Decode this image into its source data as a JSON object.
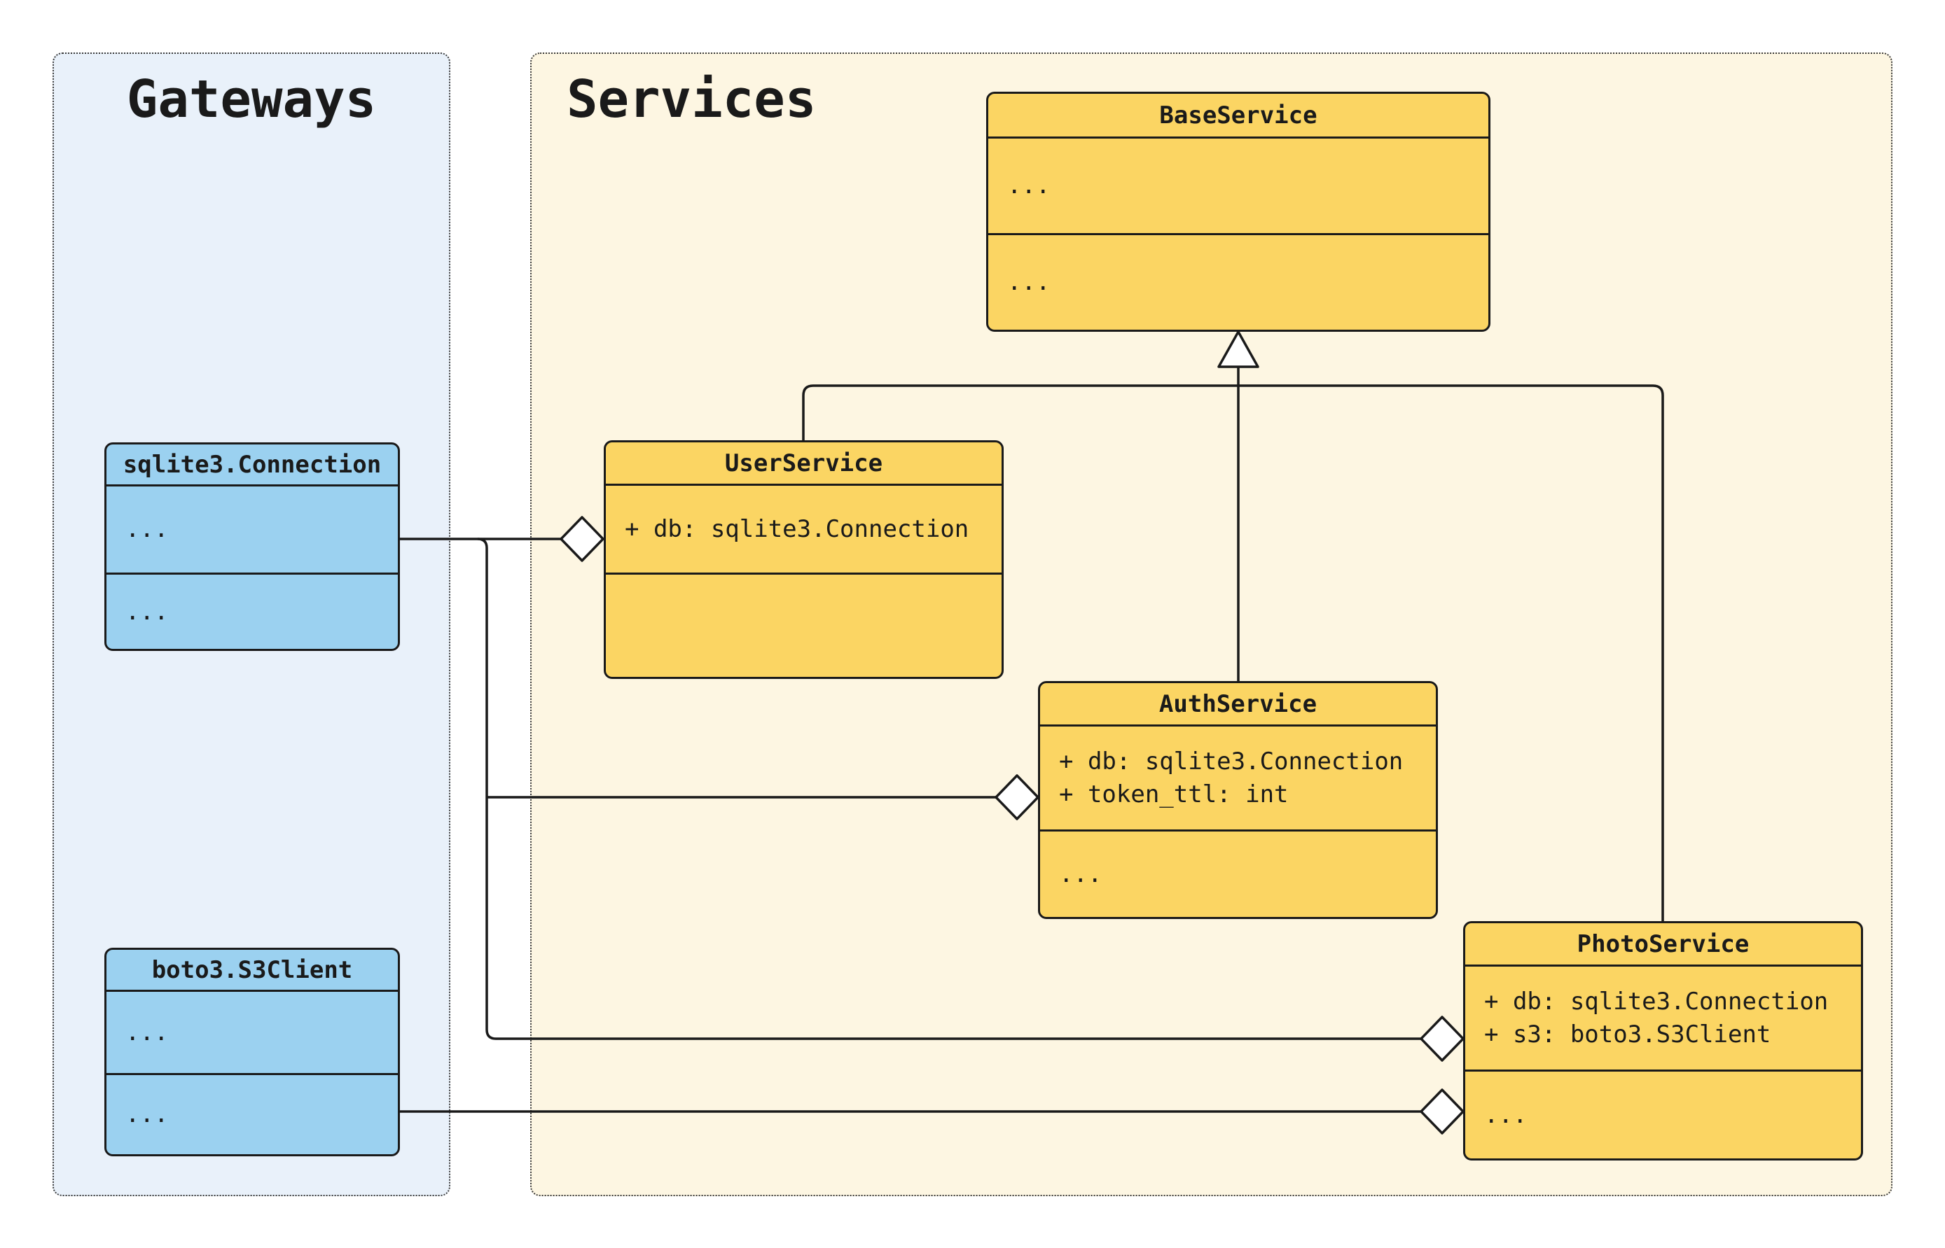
{
  "diagram_type": "uml-class-diagram",
  "colors": {
    "ink": "#1a1a1a",
    "service-fill": "#fbd563",
    "gateway-fill": "#9bd1f0",
    "services-bg": "#fdf6e2",
    "gateways-bg": "#e9f1fa",
    "container-border": "#3a3a3a",
    "page-bg": "#ffffff"
  },
  "groups": {
    "gateways": {
      "title": "Gateways"
    },
    "services": {
      "title": "Services"
    }
  },
  "classes": {
    "base": {
      "title": "BaseService",
      "attributes": [
        "..."
      ],
      "methods": [
        "..."
      ]
    },
    "user": {
      "title": "UserService",
      "attributes": [
        "+ db: sqlite3.Connection"
      ],
      "methods": []
    },
    "auth": {
      "title": "AuthService",
      "attributes": [
        "+ db: sqlite3.Connection",
        "+ token_ttl: int"
      ],
      "methods": [
        "..."
      ]
    },
    "photo": {
      "title": "PhotoService",
      "attributes": [
        "+ db: sqlite3.Connection",
        "+ s3: boto3.S3Client"
      ],
      "methods": [
        "..."
      ]
    },
    "sqlite": {
      "title": "sqlite3.Connection",
      "attributes": [
        "..."
      ],
      "methods": [
        "..."
      ]
    },
    "s3": {
      "title": "boto3.S3Client",
      "attributes": [
        "..."
      ],
      "methods": [
        "..."
      ]
    }
  },
  "relationships": [
    {
      "type": "inheritance",
      "from": "UserService",
      "to": "BaseService"
    },
    {
      "type": "inheritance",
      "from": "AuthService",
      "to": "BaseService"
    },
    {
      "type": "inheritance",
      "from": "PhotoService",
      "to": "BaseService"
    },
    {
      "type": "aggregation",
      "owner": "UserService",
      "part": "sqlite3.Connection"
    },
    {
      "type": "aggregation",
      "owner": "AuthService",
      "part": "sqlite3.Connection"
    },
    {
      "type": "aggregation",
      "owner": "PhotoService",
      "part": "sqlite3.Connection"
    },
    {
      "type": "aggregation",
      "owner": "PhotoService",
      "part": "boto3.S3Client"
    }
  ]
}
